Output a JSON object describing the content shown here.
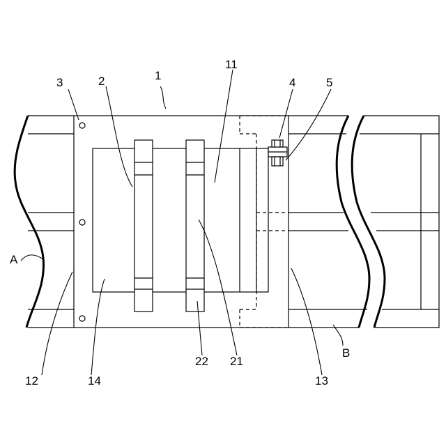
{
  "figure": {
    "labels": {
      "l1": "1",
      "l2": "2",
      "l3": "3",
      "l4": "4",
      "l5": "5",
      "l11": "11",
      "l12": "12",
      "l13": "13",
      "l14": "14",
      "l21": "21",
      "l22": "22",
      "lA": "A",
      "lB": "B"
    },
    "colors": {
      "line": "#000000",
      "background": "#ffffff"
    }
  }
}
